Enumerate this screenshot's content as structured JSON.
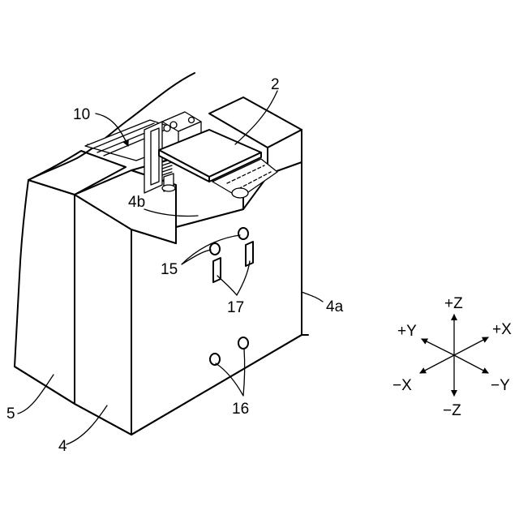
{
  "labels": {
    "l2": "2",
    "l10": "10",
    "l4b": "4b",
    "l15": "15",
    "l17": "17",
    "l4a": "4a",
    "l5": "5",
    "l4": "4",
    "l16": "16"
  },
  "axes": {
    "pz": "+Z",
    "py": "+Y",
    "px": "+X",
    "nx": "−X",
    "ny": "−Y",
    "nz": "−Z"
  }
}
